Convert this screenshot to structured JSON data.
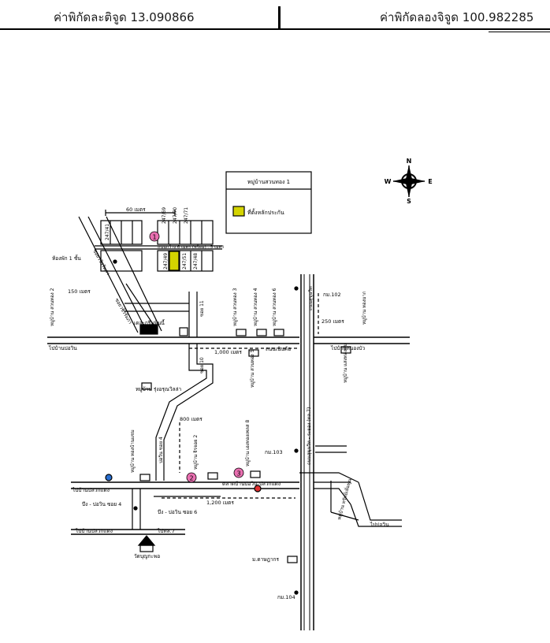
{
  "header": {
    "latitude_label": "ค่าพิกัดละติจูด 13.090866",
    "longitude_label": "ค่าพิกัดลองจิจูด 100.982285"
  },
  "compass": {
    "n": "N",
    "s": "S",
    "e": "E",
    "w": "W"
  },
  "legend": {
    "title": "หมู่บ้านสวนทอง 1",
    "item": "ที่ตั้งหลักประกัน"
  },
  "colors": {
    "collateral_fill": "#d4d400",
    "marker_pink": "#e86fb0",
    "line": "#000000"
  },
  "labels": {
    "dist_60m": "60 เมตร",
    "road_6m": "ถนนกว้าง 6 เมตร (พร้อม)...5 เมตร",
    "lots": [
      "247/69",
      "247/70",
      "247/71",
      "247/49",
      "247/51",
      "247/48",
      "247/41"
    ],
    "dorm": "ห้องพัก 1 ชั้น",
    "soi_1": "ซอยวชิรรัมภา",
    "soi_2": "ซอยวชิรรัมภา",
    "dist_150m": "150 เมตร",
    "village_soi2": "หมู่บ้าน สวนทอง 2",
    "green_park": "เดอะกรีนพินนี้",
    "soi11": "ซอย 11",
    "village_st3": "หมู่บ้าน สวนทอง 3",
    "village_st4": "หมู่บ้าน สวนทอง 4",
    "village_st6": "หมู่บ้าน สวนทอง 6",
    "main_road": "ถนนเนินค้อ",
    "to_bowin_left": "ไปบ้านบ่อวิน",
    "to_right_road": "ไปบ้านหนองบัว",
    "dist_1000m": "1,000 เมตร",
    "village_st5": "หมู่บ้าน สวนทอง 5",
    "highway_label": "ถนนสุขุมวิท",
    "km102": "กม.102",
    "dist_250m": "250 เมตร",
    "village_right": "หมู่บ้าน ทองมาก",
    "village_right2": "หมู่บ้าน แสงทองสุข",
    "soi10": "ซอย 10",
    "village_rungaroon": "หมู่บ้าน รุ่งอรุณวิลล่า",
    "dist_800m": "800 เมตร",
    "bowin_soi4_v": "บ่อวิน ซอย 4",
    "village_a": "หมู่บ้าน ทองบ้านแซม",
    "village_b": "หมู่บ้าน จิรจอย 2",
    "village_c": "หมู่บ้าน เฮงทองเพลส 8",
    "km103": "กม.103",
    "highway_v": "ถนนสุขุมวิท - ระยอง (ทล.7)",
    "market": "ตลาดบ้านบ่อวิน-ปลวกแดง",
    "to_left_1": "ไปบ้านปลวกแดง",
    "bowin_soi4": "บึง - บ่อวิน ซอย 4",
    "bowin_soi6": "บึง - บ่อวิน ซอย 6",
    "dist_1200m": "1,200 เมตร",
    "to_left_2": "ไปบ้านปลวกแดง",
    "to_7": "ไปทล.7",
    "temple": "วัดบุญกะพอ",
    "to_bowin": "ไปบ่อวิน",
    "village_right3": "หมู่บ้าน ทรัพย์เพิ่มพูน",
    "school": "ม.ดาษฎากร",
    "km104": "กม.104",
    "markers": [
      "1",
      "2",
      "3"
    ]
  }
}
